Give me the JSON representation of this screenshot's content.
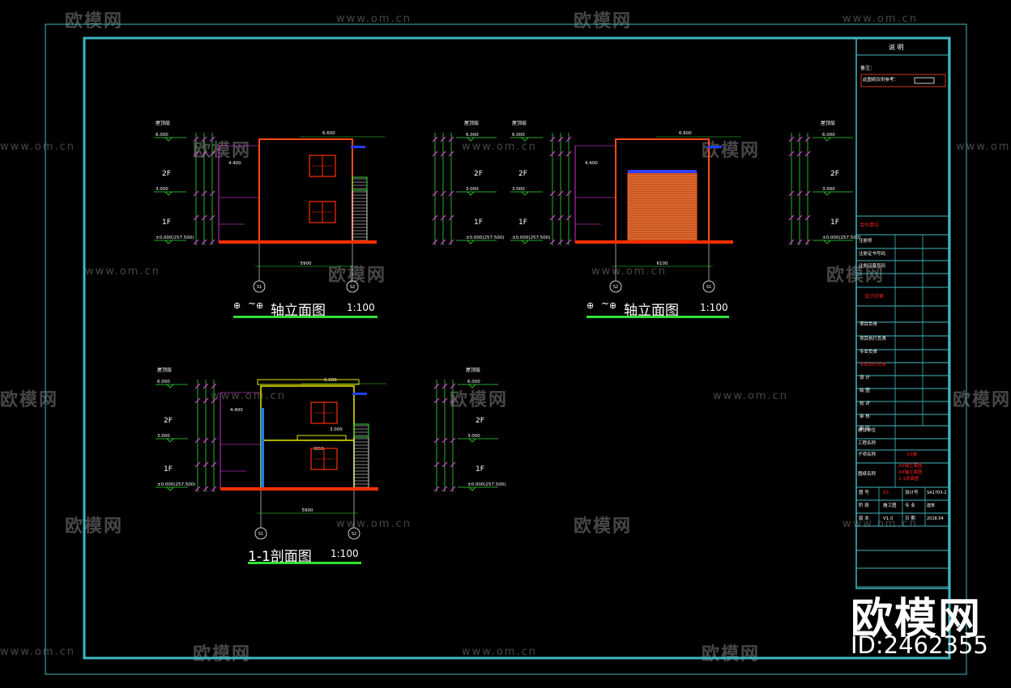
{
  "colors": {
    "frame": "#3fb8c0",
    "wall": "#ff4a1a",
    "dim": "#ff40ff",
    "level": "#30e030",
    "axis": "#ffffff",
    "ground": "#ff3000",
    "window": "#ff3000",
    "title_underline": "#30e030",
    "red_text": "#ff2020"
  },
  "drawings": [
    {
      "id": "elev1",
      "title": "轴立面图",
      "axis_start": "S1",
      "axis_end": "S2",
      "scale": "1:100",
      "width_dim": "5900",
      "ridge_dim": "6.600",
      "roof_level": "6.000",
      "mid_level": "3.000",
      "ground_level": "±0.000(257.500)",
      "floor_top": "2F",
      "floor_bottom": "1F",
      "roof_label": "屋顶层",
      "canopy_level": "4.400"
    },
    {
      "id": "elev2",
      "title": "轴立面图",
      "axis_start": "S2",
      "axis_end": "S1",
      "scale": "1:100",
      "width_dim": "6100",
      "ridge_dim": "6.600",
      "roof_level": "6.000",
      "mid_level": "3.000",
      "ground_level": "±0.000(257.500)",
      "floor_top": "2F",
      "floor_bottom": "1F",
      "roof_label": "屋顶层",
      "canopy_level": "4.400"
    },
    {
      "id": "section",
      "title": "1-1剖面图",
      "axis_start": "S1",
      "axis_end": "S2",
      "scale": "1:100",
      "width_dim": "5900",
      "ridge_dim": "6.600",
      "roof_level": "6.000",
      "mid_level": "3.000",
      "ground_level": "±0.000(257.500)",
      "floor_top": "2F",
      "floor_bottom": "1F",
      "roof_label": "屋顶层",
      "canopy_level": "4.400",
      "inner_level": "3.000",
      "inner_dim": "3050"
    }
  ],
  "title_block": {
    "header": "说    明",
    "notes_label": "备注：",
    "notes_line": "此图纸仅供参考：",
    "seal_label": "合作单位",
    "rows_top": [
      "注册师",
      "注册证书号码",
      "注册印章号码"
    ],
    "design_seal": "设计印章",
    "roles": [
      "项目负责",
      "项目执行负责",
      "专业负责",
      "专业执行负责",
      "设  计",
      "绘  图",
      "校  对",
      "审  核",
      "审  定"
    ],
    "project_rows": [
      "建设单位",
      "工程名称",
      "子项名称",
      "图纸名称"
    ],
    "subitem_value": "XX楼",
    "drawing_name_lines": [
      "XX轴立面图",
      "XX轴立面图",
      "1-1剖面图"
    ],
    "info": [
      {
        "k": "图  号",
        "v": "03",
        "k2": "设计号",
        "v2": "SA1703-2"
      },
      {
        "k": "阶  段",
        "v": "施工图",
        "k2": "专  业",
        "v2": "建筑"
      },
      {
        "k": "版  本",
        "v": "V1.0",
        "k2": "日  期",
        "v2": "2018.04"
      }
    ]
  },
  "watermark": {
    "brand": "欧模网",
    "url": "www.om.cn",
    "big_brand": "欧模网",
    "id": "ID:2462355"
  }
}
